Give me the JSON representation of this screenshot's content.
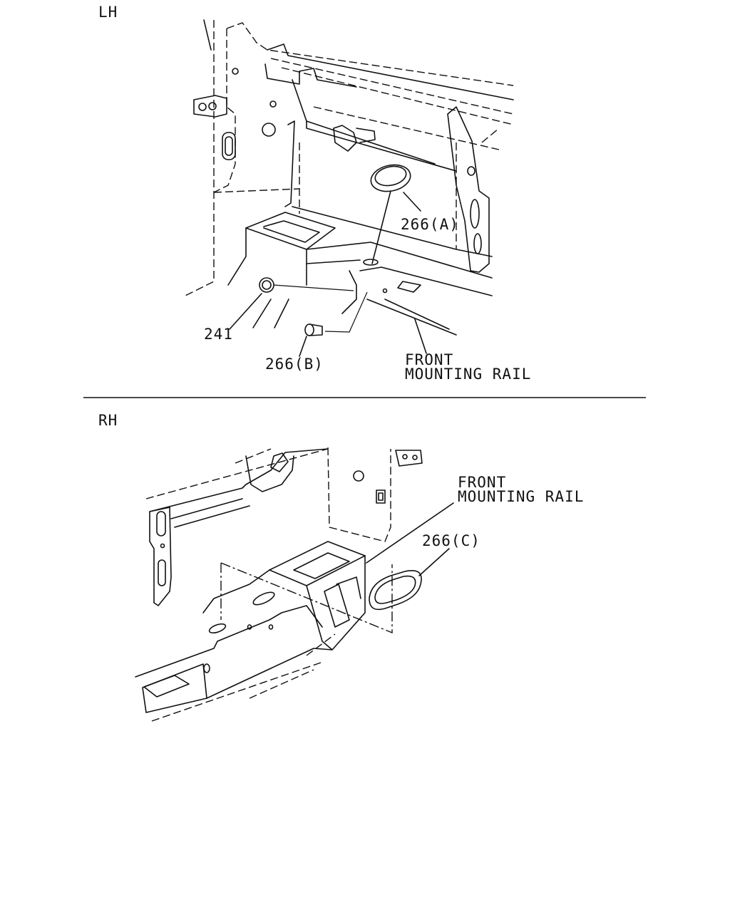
{
  "sections": {
    "lh": {
      "title": "LH"
    },
    "rh": {
      "title": "RH"
    }
  },
  "callouts": {
    "lh_266a": "266(A)",
    "lh_241": "241",
    "lh_266b": "266(B)",
    "lh_rail_line1": "FRONT",
    "lh_rail_line2": "MOUNTING RAIL",
    "rh_rail_line1": "FRONT",
    "rh_rail_line2": "MOUNTING RAIL",
    "rh_266c": "266(C)"
  }
}
